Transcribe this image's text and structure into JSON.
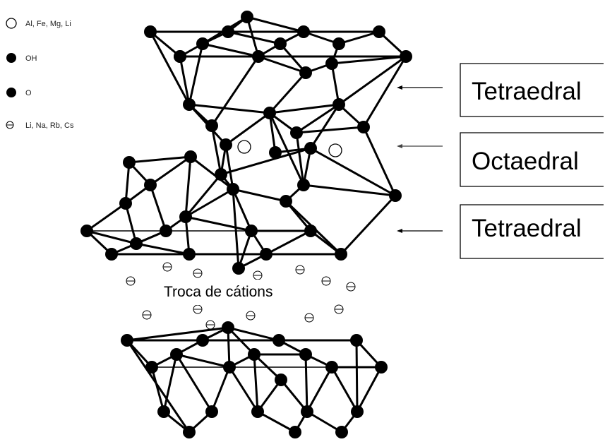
{
  "legend": [
    {
      "symbol": "open-circle",
      "text": "Al, Fe, Mg, Li"
    },
    {
      "symbol": "filled-circle",
      "text": "OH"
    },
    {
      "symbol": "filled-circle",
      "text": "O"
    },
    {
      "symbol": "crossed-circle",
      "text": "Li, Na, Rb, Cs"
    }
  ],
  "layers": [
    {
      "label": "Tetraedral"
    },
    {
      "label": "Octaedral"
    },
    {
      "label": "Tetraedral"
    }
  ],
  "interlayer": {
    "label": "Troca de cátions"
  }
}
